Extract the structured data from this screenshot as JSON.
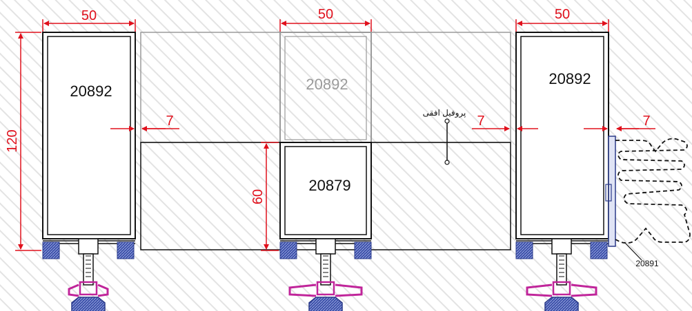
{
  "colors": {
    "background_hatch": "#e0e0e0",
    "profile_outline": "#111111",
    "ghost_outline": "#9a9a9a",
    "dimension": "#e0101c",
    "gasket": "#3a4ea8",
    "clip": "#c0259a",
    "dashed_part": "#111111"
  },
  "dimensions": {
    "left_width": "50",
    "center_width": "50",
    "right_width": "50",
    "height_main": "120",
    "height_transom": "60",
    "gap_left": "7",
    "gap_center": "7",
    "gap_right": "7"
  },
  "profiles": {
    "left_code": "20892",
    "center_ghost_code": "20892",
    "center_transom_code": "20879",
    "right_code": "20892",
    "side_part_code": "20891"
  },
  "annotations": {
    "horizontal_profile": "پروفیل افقی"
  }
}
